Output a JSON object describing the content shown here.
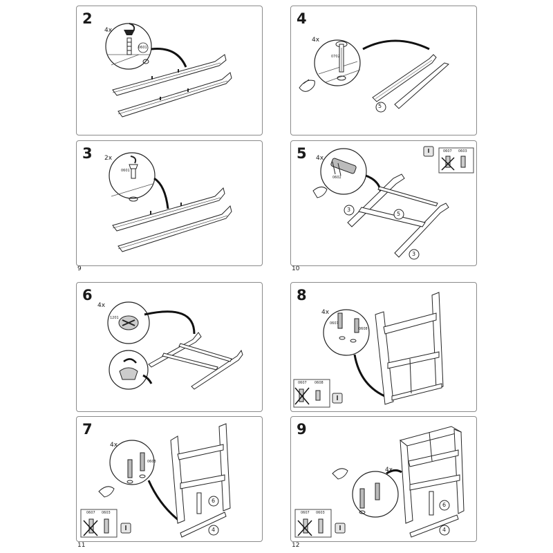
{
  "steps": [
    {
      "number": "2",
      "qty": "4x",
      "part": "0601"
    },
    {
      "number": "3",
      "qty": "2x",
      "part": "0601"
    },
    {
      "number": "4",
      "qty": "4x",
      "part": "0702",
      "ref": "5"
    },
    {
      "number": "5",
      "qty": "4x",
      "part": "0602",
      "refs": [
        "3",
        "5",
        "3"
      ],
      "legend_parts": [
        "0607",
        "0603"
      ]
    },
    {
      "number": "6",
      "qty": "4x",
      "part": "1201"
    },
    {
      "number": "7",
      "qty": "4x",
      "parts": [
        "0603"
      ],
      "refs": [
        "6",
        "4"
      ],
      "legend_parts": [
        "0607",
        "0603"
      ]
    },
    {
      "number": "8",
      "qty": "4x",
      "parts": [
        "0607",
        "0608"
      ],
      "legend_parts": [
        "0607",
        "0608"
      ]
    },
    {
      "number": "9",
      "qty": "4x",
      "refs": [
        "6",
        "4"
      ],
      "legend_parts": [
        "0607",
        "0603"
      ]
    }
  ],
  "page_numbers": {
    "p9": "9",
    "p10": "10",
    "p11": "11",
    "p12": "12"
  }
}
